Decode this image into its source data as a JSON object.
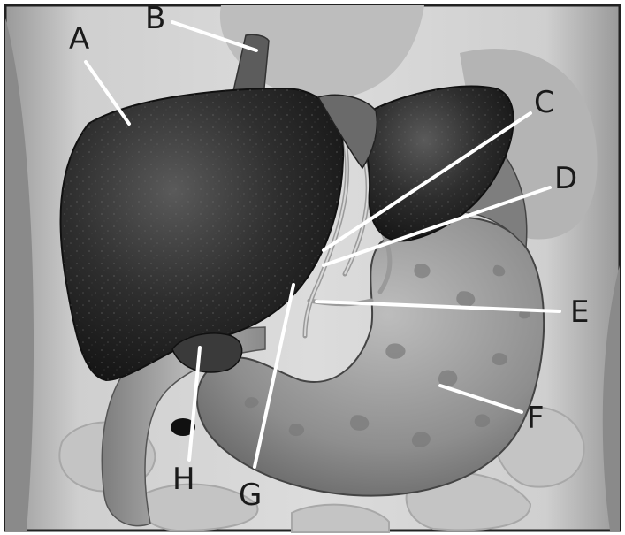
{
  "labels": {
    "A": "A",
    "B": "B",
    "C": "C",
    "D": "D",
    "E": "E",
    "F": "F",
    "G": "G",
    "H": "H"
  },
  "colors": {
    "liver": "#2a2a2a",
    "stomach": "#8c8c8c",
    "background": "#d4d4d4",
    "leader_lines": "#ffffff"
  }
}
